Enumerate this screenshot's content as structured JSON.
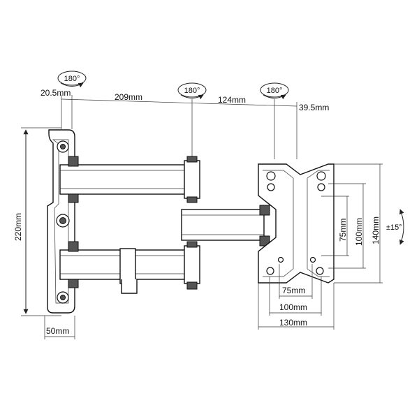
{
  "rotation_labels": {
    "left_arm": "180°",
    "middle_joint": "180°",
    "plate_joint": "180°",
    "tilt": "±15°"
  },
  "dimensions": {
    "wall_offset": "20.5mm",
    "arm_length": "209mm",
    "second_arm": "124mm",
    "plate_offset": "39.5mm",
    "height": "220mm",
    "base_width": "50mm",
    "vesa_h_75": "75mm",
    "vesa_h_100": "100mm",
    "plate_width": "130mm",
    "vesa_v_75": "75mm",
    "vesa_v_100": "100mm",
    "plate_height": "140mm"
  }
}
